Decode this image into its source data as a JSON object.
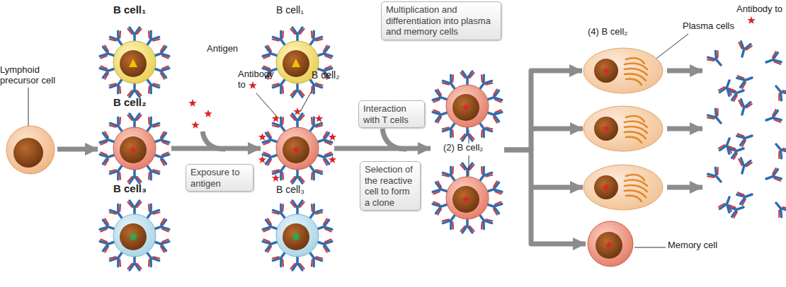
{
  "diagram": {
    "nodes": [
      {
        "text": [
          "Lymphoid precursor cell"
        ]
      },
      {
        "text": [
          "B cell₁"
        ]
      },
      {
        "text": [
          "B cell₂"
        ]
      },
      {
        "text": [
          "B cell₃"
        ]
      },
      {
        "text": [
          "B cell₁"
        ]
      },
      {
        "text": [
          "B cell₂"
        ]
      },
      {
        "text": [
          "B cell₃"
        ]
      },
      {
        "text": [
          "Exposure to antigen"
        ]
      },
      {
        "text": [
          "Interaction with T cells"
        ]
      },
      {
        "text": [
          "Selection of the reactive cell to form a clone"
        ]
      },
      {
        "text": [
          "Multiplication and differentiation into plasma and memory cells"
        ]
      },
      {
        "text": [
          "(2) B cell₂"
        ]
      },
      {
        "text": [
          "(4) B cell₂",
          "Plasma cells"
        ]
      },
      {
        "text": [
          "Memory cell"
        ]
      }
    ],
    "edges": [
      {
        "from": 0,
        "to": 2,
        "arrow": "to"
      },
      {
        "from": 2,
        "to": 5,
        "arrow": "to"
      },
      {
        "from": 5,
        "to": 11,
        "arrow": "to"
      },
      {
        "from": 11,
        "to": 12,
        "arrow": "to"
      },
      {
        "from": 11,
        "to": 13,
        "arrow": "to"
      }
    ],
    "labels": [
      "Antigen",
      "Antibody to",
      "Antibody to"
    ]
  }
}
